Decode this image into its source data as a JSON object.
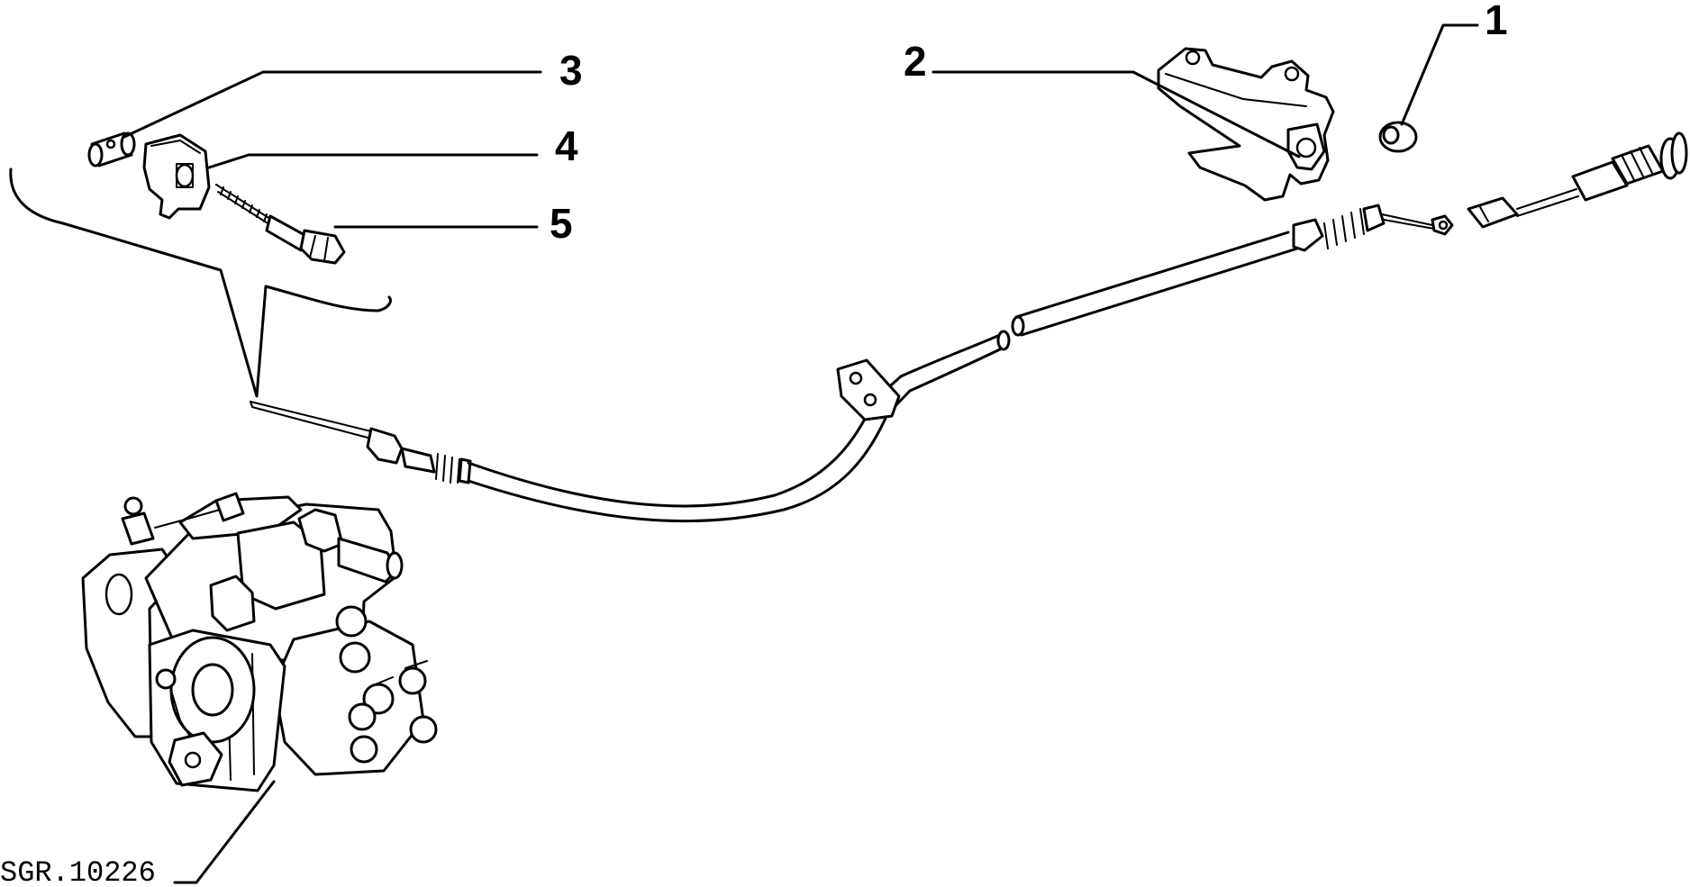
{
  "diagram": {
    "colors": {
      "ink": "#000000",
      "paper": "#ffffff"
    },
    "callouts": [
      {
        "id": "1",
        "label": "1"
      },
      {
        "id": "2",
        "label": "2"
      },
      {
        "id": "3",
        "label": "3"
      },
      {
        "id": "4",
        "label": "4"
      },
      {
        "id": "5",
        "label": "5"
      }
    ],
    "reference_code": "SGR.10226"
  }
}
